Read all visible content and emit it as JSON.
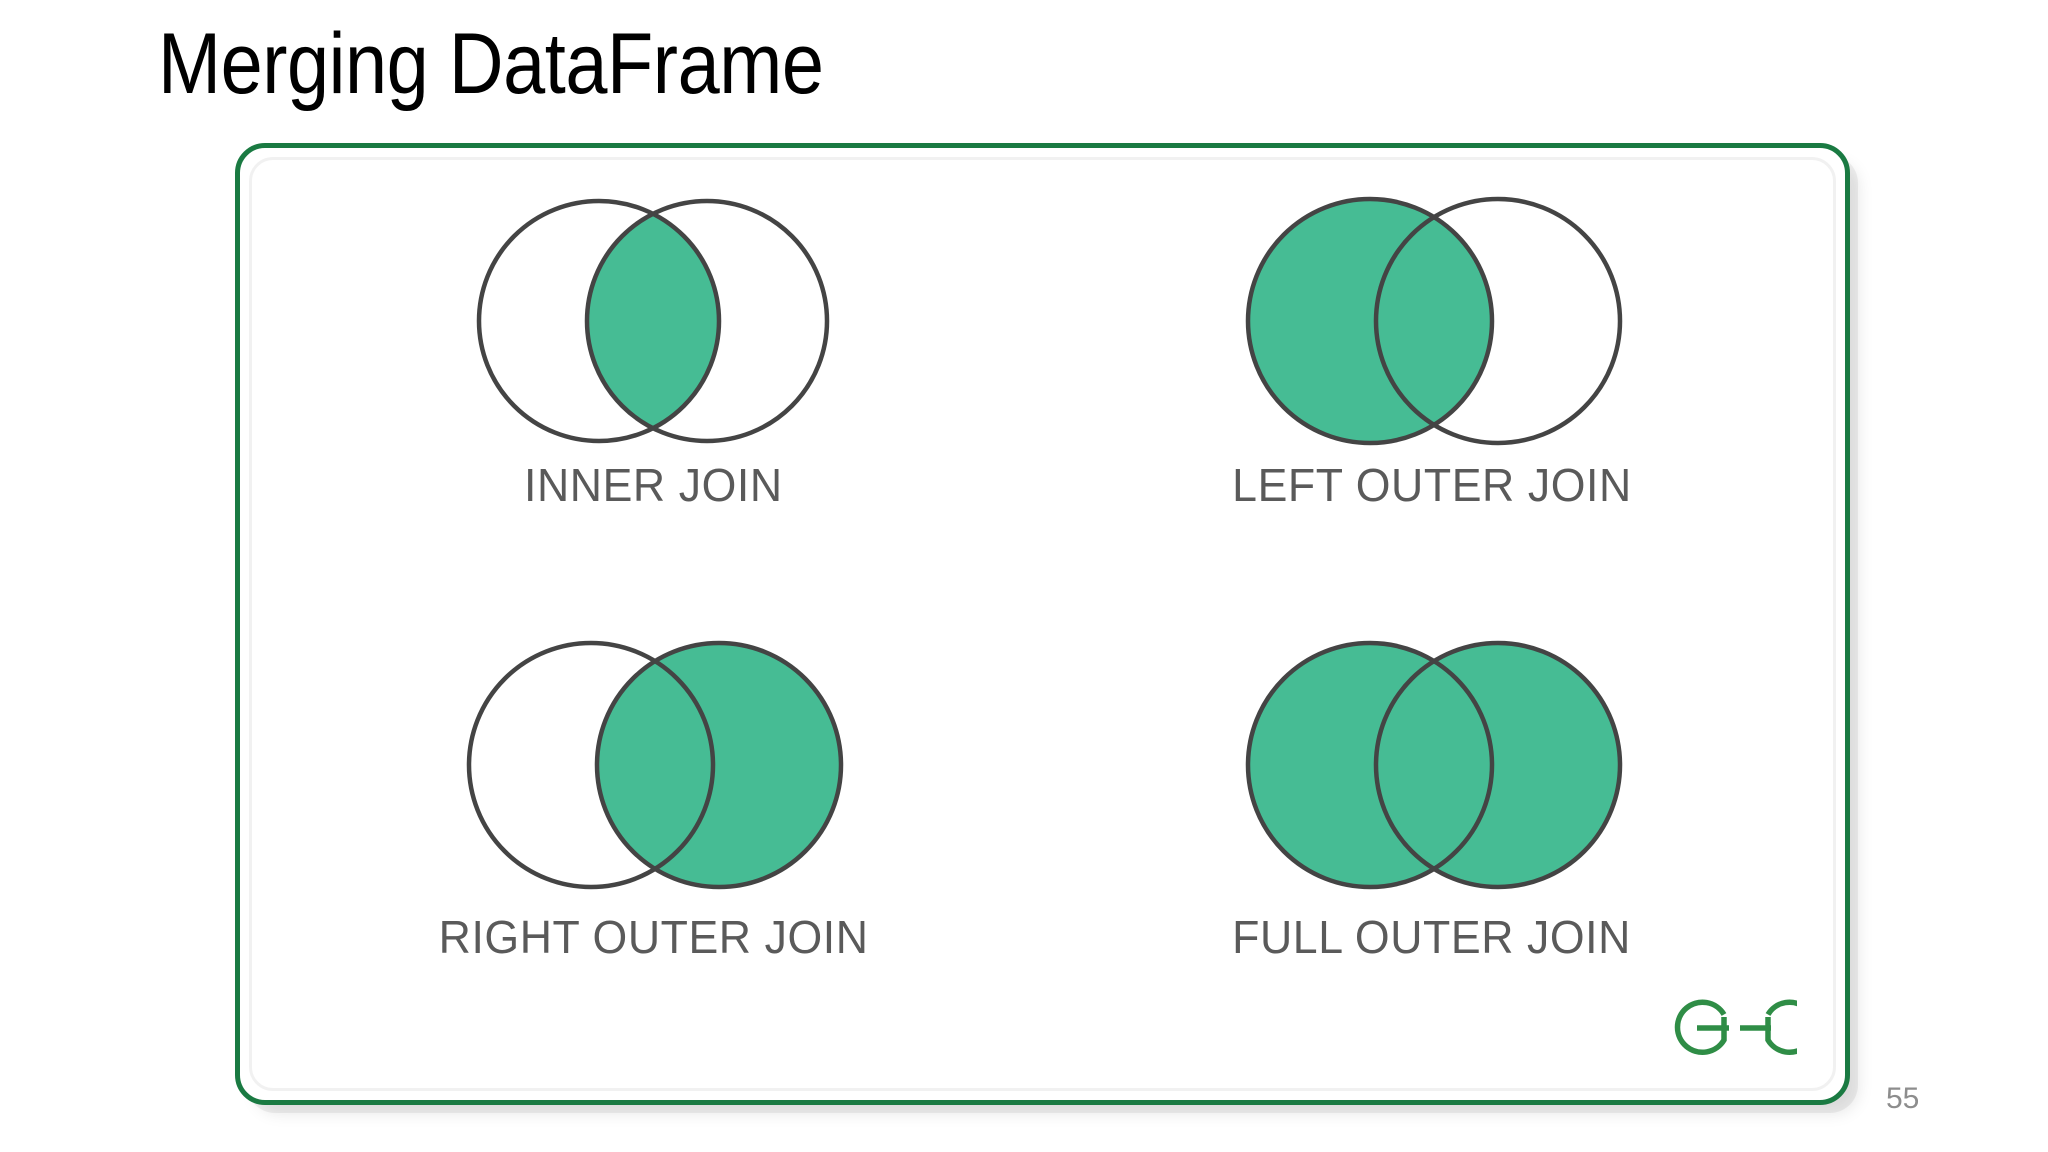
{
  "slide": {
    "title": "Merging DataFrame",
    "page_number": "55"
  },
  "colors": {
    "frame_border": "#1A7A42",
    "fill_green": "#46BC94",
    "circle_stroke": "#444444",
    "label_gray": "#5a5a5a",
    "logo_green": "#2F8D46",
    "page_number_gray": "#8d8d8d",
    "background": "#ffffff"
  },
  "logo": {
    "name": "geeksforgeeks-logo",
    "text": "GG"
  },
  "diagrams": [
    {
      "id": "inner-join",
      "label": "INNER JOIN",
      "left_circle_filled": false,
      "right_circle_filled": false,
      "intersection_filled": true,
      "overlap": "narrow"
    },
    {
      "id": "left-outer-join",
      "label": "LEFT OUTER JOIN",
      "left_circle_filled": true,
      "right_circle_filled": false,
      "intersection_filled": true,
      "overlap": "wide"
    },
    {
      "id": "right-outer-join",
      "label": "RIGHT OUTER JOIN",
      "left_circle_filled": false,
      "right_circle_filled": true,
      "intersection_filled": true,
      "overlap": "wide"
    },
    {
      "id": "full-outer-join",
      "label": "FULL OUTER JOIN",
      "left_circle_filled": true,
      "right_circle_filled": true,
      "intersection_filled": true,
      "overlap": "wide"
    }
  ]
}
